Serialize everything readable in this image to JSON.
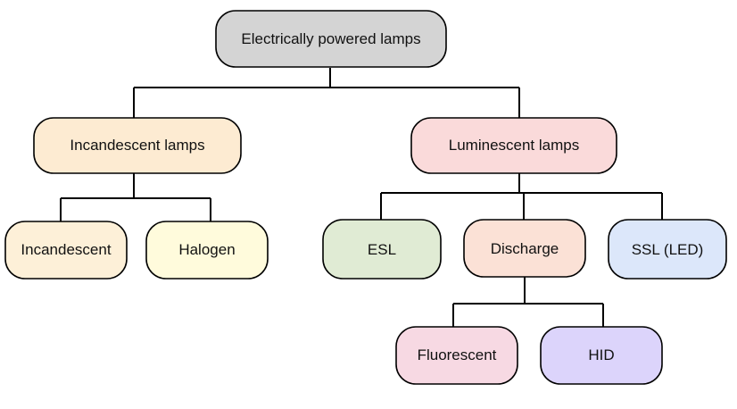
{
  "diagram": {
    "type": "tree",
    "nodes": {
      "root": {
        "label": "Electrically powered lamps",
        "color": "#d4d4d4"
      },
      "incandescent_lamps": {
        "label": "Incandescent lamps",
        "color": "#fdebd2"
      },
      "luminescent_lamps": {
        "label": "Luminescent lamps",
        "color": "#fadada"
      },
      "incandescent": {
        "label": "Incandescent",
        "color": "#fdf0d8"
      },
      "halogen": {
        "label": "Halogen",
        "color": "#fffbdc"
      },
      "esl": {
        "label": "ESL",
        "color": "#e0ebd4"
      },
      "discharge": {
        "label": "Discharge",
        "color": "#fbe1d6"
      },
      "ssl_led": {
        "label": "SSL (LED)",
        "color": "#dce7fa"
      },
      "fluorescent": {
        "label": "Fluorescent",
        "color": "#f7d9e3"
      },
      "hid": {
        "label": "HID",
        "color": "#dcd4fb"
      }
    },
    "edges": [
      [
        "root",
        "incandescent_lamps"
      ],
      [
        "root",
        "luminescent_lamps"
      ],
      [
        "incandescent_lamps",
        "incandescent"
      ],
      [
        "incandescent_lamps",
        "halogen"
      ],
      [
        "luminescent_lamps",
        "esl"
      ],
      [
        "luminescent_lamps",
        "discharge"
      ],
      [
        "luminescent_lamps",
        "ssl_led"
      ],
      [
        "discharge",
        "fluorescent"
      ],
      [
        "discharge",
        "hid"
      ]
    ],
    "line_color": "#000000"
  }
}
